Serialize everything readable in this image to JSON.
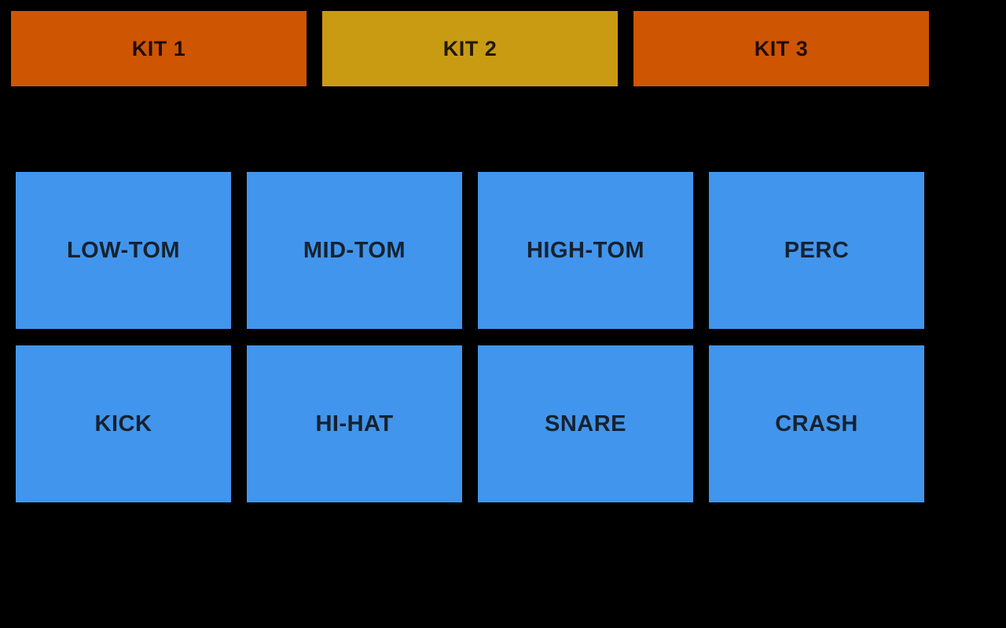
{
  "app": {
    "background_color": "#000000",
    "kit_label_text_color": "#2B1703",
    "pad_text_color": "#16222F",
    "nav_icon_color": "#E9E9E9"
  },
  "kits": [
    {
      "label": "KIT 1",
      "color": "#CE5502"
    },
    {
      "label": "KIT 2",
      "color": "#C99B13"
    },
    {
      "label": "KIT 3",
      "color": "#CE5502"
    }
  ],
  "pads": {
    "color": "#4295EC",
    "rows": [
      [
        {
          "label": "LOW-TOM"
        },
        {
          "label": "MID-TOM"
        },
        {
          "label": "HIGH-TOM"
        },
        {
          "label": "PERC"
        }
      ],
      [
        {
          "label": "KICK"
        },
        {
          "label": "HI-HAT"
        },
        {
          "label": "SNARE"
        },
        {
          "label": "CRASH"
        }
      ]
    ]
  },
  "navbar": {
    "icons": [
      {
        "name": "recents",
        "shape": "square-outline"
      },
      {
        "name": "home",
        "shape": "circle-outline"
      },
      {
        "name": "back",
        "shape": "triangle-left-outline"
      }
    ]
  }
}
